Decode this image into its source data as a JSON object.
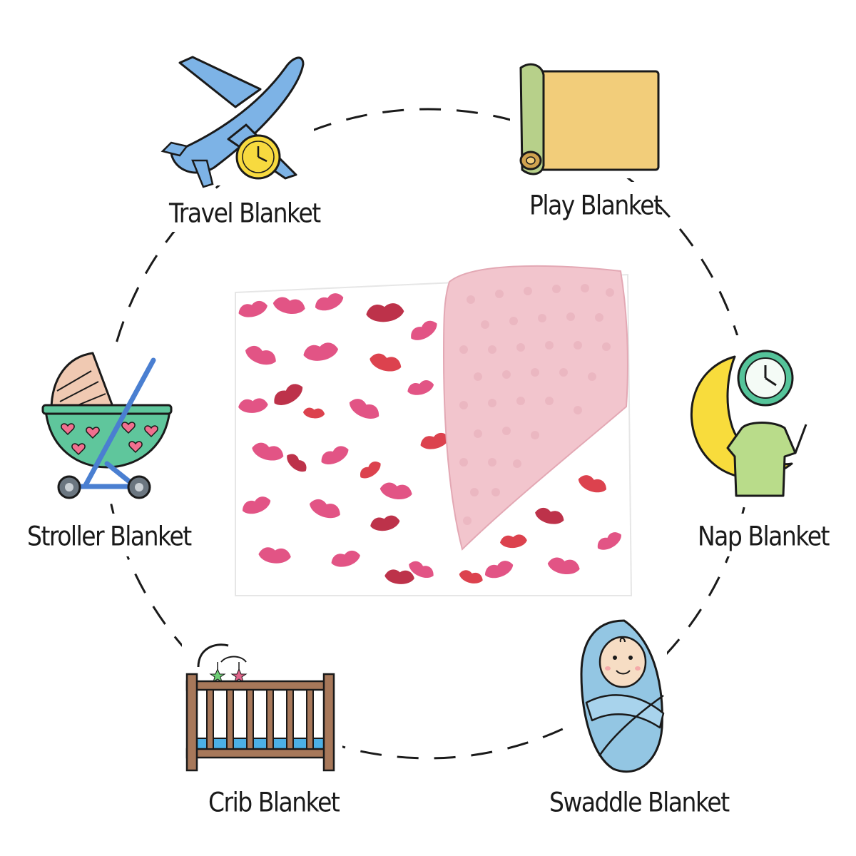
{
  "uses": [
    {
      "key": "travel",
      "label": "Travel Blanket",
      "icon": "airplane-clock-icon"
    },
    {
      "key": "play",
      "label": "Play Blanket",
      "icon": "play-mat-roll-icon"
    },
    {
      "key": "stroller",
      "label": "Stroller Blanket",
      "icon": "baby-stroller-icon"
    },
    {
      "key": "nap",
      "label": "Nap Blanket",
      "icon": "moon-clock-icon"
    },
    {
      "key": "crib",
      "label": "Crib Blanket",
      "icon": "baby-crib-icon"
    },
    {
      "key": "swaddle",
      "label": "Swaddle Blanket",
      "icon": "swaddled-baby-icon"
    }
  ],
  "product": {
    "icon": "folded-minky-blanket-icon",
    "pattern": "lips-kiss-print",
    "colors": {
      "minky": "#f2c5cd",
      "lip_dark": "#b8203a",
      "lip_pink": "#e0457b",
      "lip_red": "#d9323f"
    }
  },
  "colors": {
    "dash_circle": "#1a1a1a",
    "airplane": "#7db3e6",
    "clock_yellow": "#f7da3f",
    "mat_tan": "#f2cd7a",
    "mat_green": "#b7d08a",
    "stroller_green": "#5fc69c",
    "stroller_frame": "#4a7fd1",
    "moon": "#f8dc3c",
    "clock_green": "#55c49a",
    "cloth_green": "#b9dc8a",
    "crib_wood": "#a7785a",
    "crib_mattress": "#4cb0e6",
    "swaddle_blue": "#93c6e3"
  }
}
